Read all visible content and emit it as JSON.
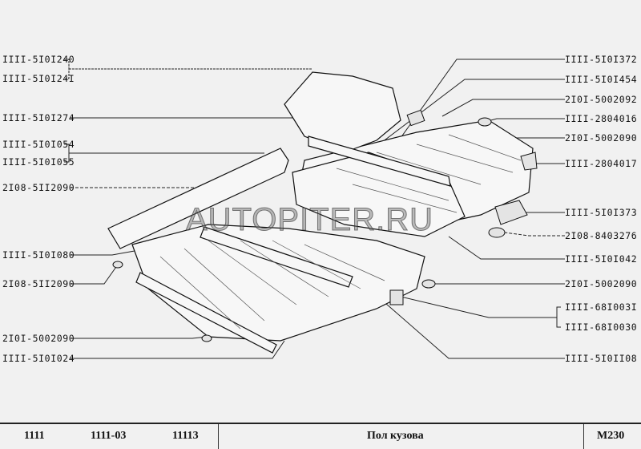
{
  "watermark": "AUTOPITER.RU",
  "left_labels": [
    "IIII-5I0I240",
    "IIII-5I0I24I",
    "IIII-5I0I274",
    "IIII-5I0I054",
    "IIII-5I0I055",
    "2I08-5II2090",
    "IIII-5I0I080",
    "2I08-5II2090",
    "2I0I-5002090",
    "IIII-5I0I024"
  ],
  "right_labels": [
    "IIII-5I0I372",
    "IIII-5I0I454",
    "2I0I-5002092",
    "IIII-2804016",
    "2I0I-5002090",
    "IIII-2804017",
    "IIII-5I0I373",
    "2I08-8403276",
    "IIII-5I0I042",
    "2I0I-5002090",
    "IIII-68I003I",
    "IIII-68I0030",
    "IIII-5I0II08"
  ],
  "footer": {
    "model1": "1111",
    "model2": "1111-03",
    "model3": "11113",
    "title": "Пол кузова",
    "code": "M230"
  }
}
